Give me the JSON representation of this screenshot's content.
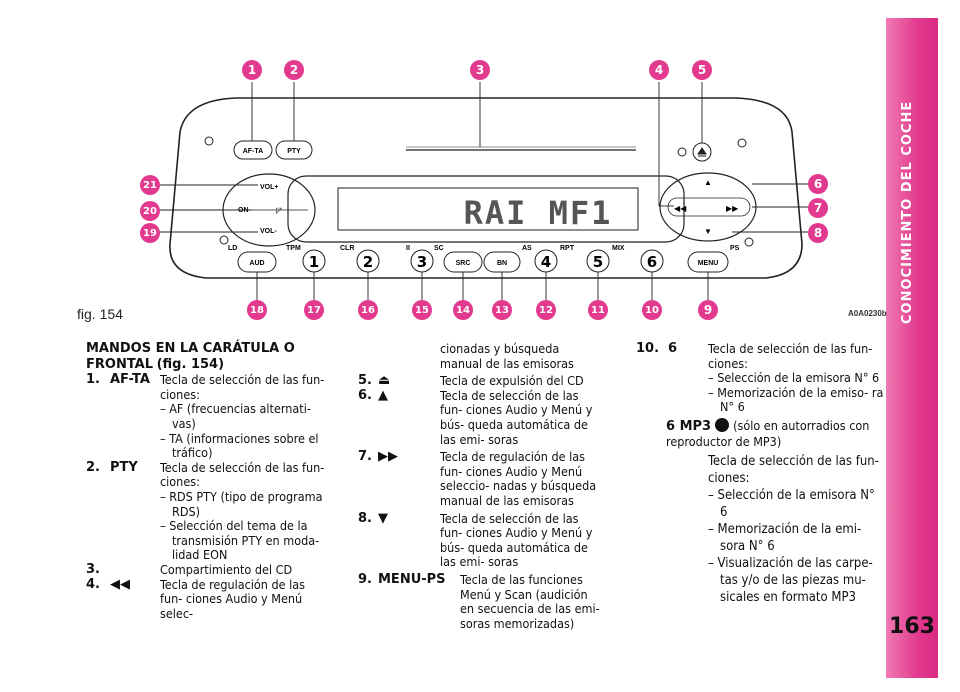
{
  "sidebar": {
    "title": "CONOCIMIENTO DEL COCHE",
    "page_number": "163"
  },
  "figure": {
    "label": "fig. 154",
    "code": "A0A0230b",
    "display_text": "RAI MF1",
    "buttons": {
      "af_ta": "AF-TA",
      "pty": "PTY",
      "aud": "AUD",
      "src": "SRC",
      "bn": "BN",
      "menu": "MENU",
      "vol_up": "VOL+",
      "on": "ON",
      "vol_down": "VOL-",
      "p1": "1",
      "p2": "2",
      "p3": "3",
      "p4": "4",
      "p5": "5",
      "p6": "6"
    },
    "labels": {
      "ld": "LD",
      "tpm": "TPM",
      "clr": "CLR",
      "ii": "II",
      "sc": "SC",
      "as": "AS",
      "rpt": "RPT",
      "mix": "MIX",
      "ps": "PS"
    },
    "callouts": [
      "1",
      "2",
      "3",
      "4",
      "5",
      "6",
      "7",
      "8",
      "9",
      "10",
      "11",
      "12",
      "13",
      "14",
      "15",
      "16",
      "17",
      "18",
      "19",
      "20",
      "21"
    ]
  },
  "col1": {
    "heading_a": "MANDOS EN LA CARÁTULA O",
    "heading_b": "FRONTAL",
    "heading_ref": "(fig. 154)",
    "items": [
      {
        "num": "1.",
        "key": "AF-TA",
        "desc": "Tecla de selección de las fun- ciones:",
        "subs": [
          "– AF (frecuencias alternati- vas)",
          "– TA (informaciones sobre el tráfico)"
        ]
      },
      {
        "num": "2.",
        "key": "PTY",
        "desc": "Tecla de selección de las fun- ciones:",
        "subs": [
          "– RDS PTY (tipo de programa RDS)",
          "– Selección del tema de la transmisión PTY en moda- lidad EON"
        ]
      },
      {
        "num": "3.",
        "key": "",
        "desc": "Compartimiento del CD",
        "subs": []
      },
      {
        "num": "4.",
        "key": "◀◀",
        "desc": "Tecla de regulación de las fun- ciones Audio y Menú selec-",
        "subs": []
      }
    ]
  },
  "col2": {
    "cont": "cionadas y búsqueda manual de las emisoras",
    "items": [
      {
        "num": "5.",
        "key": "⏏",
        "desc": "Tecla de expulsión del CD"
      },
      {
        "num": "6.",
        "key": "▲",
        "desc": "Tecla de selección de las fun- ciones Audio y Menú y bús- queda automática de las emi- soras"
      },
      {
        "num": "7.",
        "key": "▶▶",
        "desc": "Tecla de regulación de las fun- ciones Audio y Menú seleccio- nadas y búsqueda manual de las emisoras"
      },
      {
        "num": "8.",
        "key": "▼",
        "desc": "Tecla de selección de las fun- ciones Audio y Menú y bús- queda automática de las emi- soras"
      },
      {
        "num": "9.",
        "key": "MENU-PS",
        "desc": "Tecla de las funciones Menú y Scan (audición en secuencia de las emi- soras memorizadas)"
      }
    ]
  },
  "col3": {
    "item10": {
      "num": "10.",
      "key": "6",
      "desc": "Tecla de selección de las fun- ciones:",
      "subs": [
        "– Selección de la emisora N° 6",
        "– Memorización de la emiso- ra N° 6"
      ]
    },
    "mp3": {
      "key": "6 MP3",
      "note": "(sólo en autorradios con reproductor de MP3)",
      "desc_a": "Tecla de selección de las fun-",
      "desc_b": "ciones:",
      "subs": [
        "– Selección de la emisora N° 6",
        "– Memorización de la emi- sora N° 6",
        "– Visualización de las carpe- tas y/o de las piezas mu- sicales en formato MP3"
      ]
    }
  }
}
